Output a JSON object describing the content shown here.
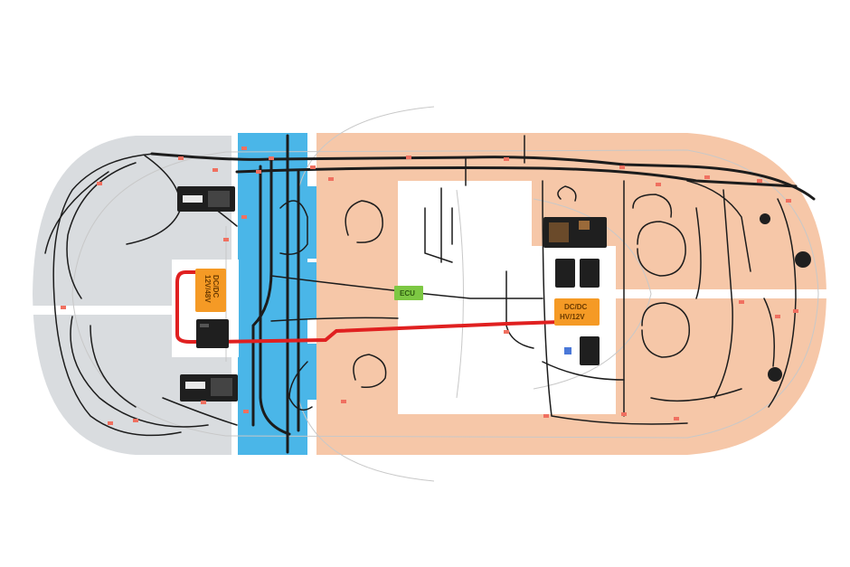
{
  "diagram": {
    "colors": {
      "background": "#ffffff",
      "zone_front": "#d9dcdf",
      "zone_center": "#4ab6e8",
      "zone_rear": "#f6c7a8",
      "cut_band": "#ffffff",
      "wire": "#1c1c1c",
      "hv_cable": "#e02020",
      "connector_tag": "#f07060",
      "module_orange": "#f59a25",
      "module_green": "#7dc843",
      "module_dark": "#1f1f1f",
      "body_outline": "#c9c9c9"
    },
    "modules": {
      "dcdc_front": {
        "line1": "DC/DC",
        "line2": "12V/48V"
      },
      "dcdc_rear": {
        "line1": "DC/DC",
        "line2": "HV/12V"
      },
      "ecu_green": {
        "label": "ECU"
      }
    }
  }
}
